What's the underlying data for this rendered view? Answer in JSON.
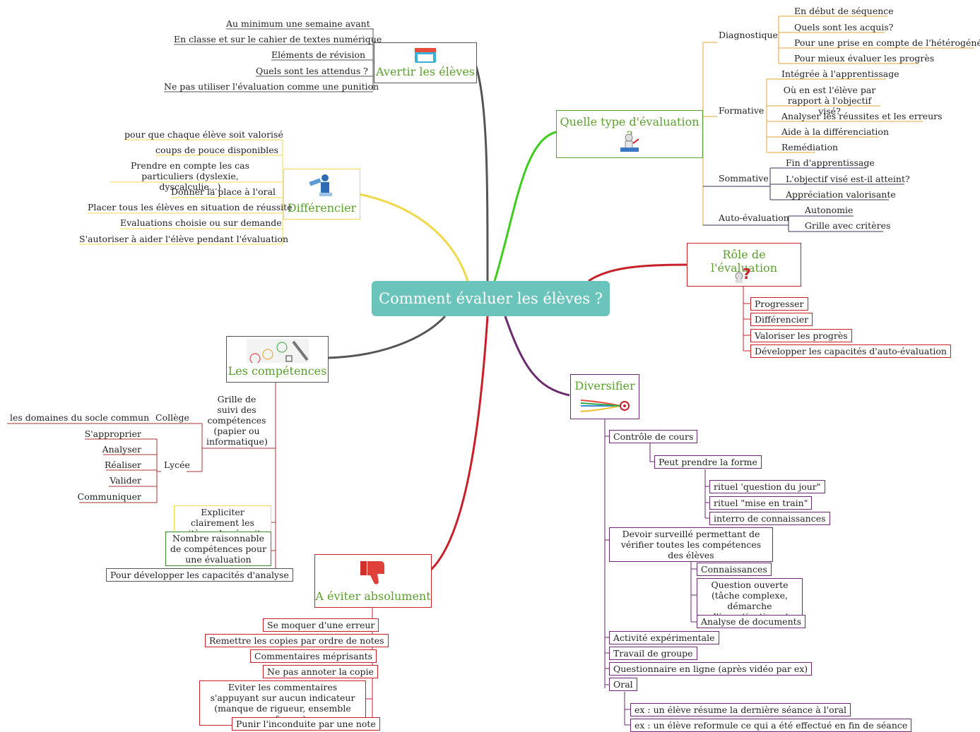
{
  "center": "Comment évaluer les élèves ?",
  "colors": {
    "orange": "#e2a53a",
    "grey": "#555555",
    "green": "#5aa02c",
    "yellow": "#f0d84c",
    "red": "#c8202a",
    "purple": "#6a2a6e",
    "teal": "#6bc4bc"
  },
  "avertir": {
    "title": "Avertir les élèves",
    "icon": "calendar-icon",
    "items": [
      "Au minimum une semaine avant",
      "En classe et sur le cahier de textes numérique",
      "Eléments de révision",
      "Quels sont les attendus ?",
      "Ne pas utiliser l'évaluation comme une punition"
    ]
  },
  "diff": {
    "title": "Différencier",
    "icon": "person-podium-icon",
    "items": [
      "pour que chaque élève soit valorisé",
      "coups de pouce disponibles",
      "Prendre en compte les cas particuliers (dyslexie, dyscalculie...)",
      "Donner la place à l'oral",
      "Placer tous les élèves en situation de réussite",
      "Evaluations choisie ou sur demande",
      "S'autoriser à aider l'élève pendant l'évaluation"
    ]
  },
  "type": {
    "title": "Quelle type d'évaluation ?",
    "icon": "evaluation-figure-icon",
    "diagnostique": {
      "label": "Diagnostique",
      "items": [
        "En début de séquence",
        "Quels sont les acquis?",
        "Pour une prise en compte de l'hétérogénéité",
        "Pour mieux évaluer les progrès"
      ]
    },
    "formative": {
      "label": "Formative",
      "items": [
        "Intégrée à l'apprentissage",
        "Où en est l'élève par rapport à l'objectif visé?",
        "Analyser les réussites et les erreurs",
        "Aide à la différenciation",
        "Remédiation"
      ]
    },
    "sommative": {
      "label": "Sommative",
      "items": [
        "Fin d'apprentissage",
        "L'objectif visé est-il atteint?",
        "Appréciation valorisante"
      ]
    },
    "auto": {
      "label": "Auto-évaluation",
      "items": [
        "Autonomie",
        "Grille avec critères"
      ]
    }
  },
  "role": {
    "title": "Rôle de l'évaluation",
    "icon": "question-figure-icon",
    "items": [
      "Progresser",
      "Différencier",
      "Valoriser les progrès",
      "Développer les capacités d'auto-évaluation"
    ]
  },
  "comp": {
    "title": "Les compétences",
    "icon": "smileys-icon",
    "grille": "Grille de suivi des compétences (papier ou informatique)",
    "college": "Collège",
    "college_item": "les domaines du socle commun",
    "lycee": "Lycée",
    "lycee_items": [
      "S'approprier",
      "Analyser",
      "Réaliser",
      "Valider",
      "Communiquer"
    ],
    "expliciter": "Expliciter clairement les critères de réussite",
    "nombre": "Nombre raisonnable de compétences pour une évaluation",
    "pour": "Pour développer les capacités d'analyse"
  },
  "eviter": {
    "title": "A éviter absolument",
    "icon": "thumbs-down-icon",
    "items": [
      "Se moquer d'une erreur",
      "Remettre les copies par ordre de notes",
      "Commentaires méprisants",
      "Ne pas annoter la copie",
      "Eviter les commentaires s'appuyant sur aucun indicateur (manque de rigueur, ensemble confus ....)",
      "Punir l'inconduite par une note"
    ]
  },
  "divers": {
    "title": "Diversifier",
    "icon": "target-arrows-icon",
    "controle": "Contrôle de cours",
    "forme": "Peut prendre la forme",
    "forme_items": [
      "rituel 'question du jour\"",
      "rituel \"mise en train\"",
      "interro de connaissances"
    ],
    "devoir": "Devoir surveillé permettant de vérifier toutes les compétences des élèves",
    "devoir_items": [
      "Connaissances",
      "Question ouverte (tâche complexe, démarche d'investigation...)",
      "Analyse de documents"
    ],
    "others": [
      "Activité expérimentale",
      "Travail de groupe",
      "Questionnaire en ligne (après vidéo par ex)"
    ],
    "oral": "Oral",
    "oral_items": [
      "ex : un élève résume la dernière séance à l'oral",
      "ex : un élève reformule ce qui a été effectué en fin de séance"
    ]
  }
}
